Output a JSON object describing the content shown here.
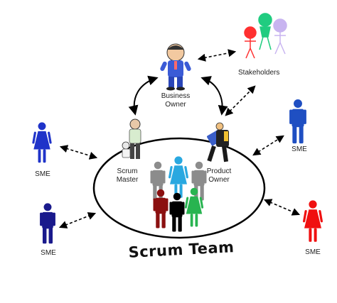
{
  "labels": {
    "stakeholders": "Stakeholders",
    "business_owner_line1": "Business",
    "business_owner_line2": "Owner",
    "scrum_master_line1": "Scrum",
    "scrum_master_line2": "Master",
    "product_owner_line1": "Product",
    "product_owner_line2": "Owner",
    "sme": "SME",
    "scrum_team": "Scrum Team"
  },
  "colors": {
    "sme_top_left": "#1f33c9",
    "sme_bottom_left": "#1a1a8c",
    "sme_right": "#1f4fc2",
    "sme_bottom_right": "#f01010",
    "stakeholder_red": "#ff3030",
    "stakeholder_green": "#20cc80",
    "stakeholder_lavender": "#c8b4f0",
    "team_gray": "#8c8c8c",
    "team_blue": "#29a8e0",
    "team_darkred": "#8b1010",
    "team_black": "#000000",
    "team_green": "#28b450"
  },
  "icons": [
    "person-icon",
    "business-owner-icon",
    "scrum-master-icon",
    "product-owner-icon"
  ]
}
